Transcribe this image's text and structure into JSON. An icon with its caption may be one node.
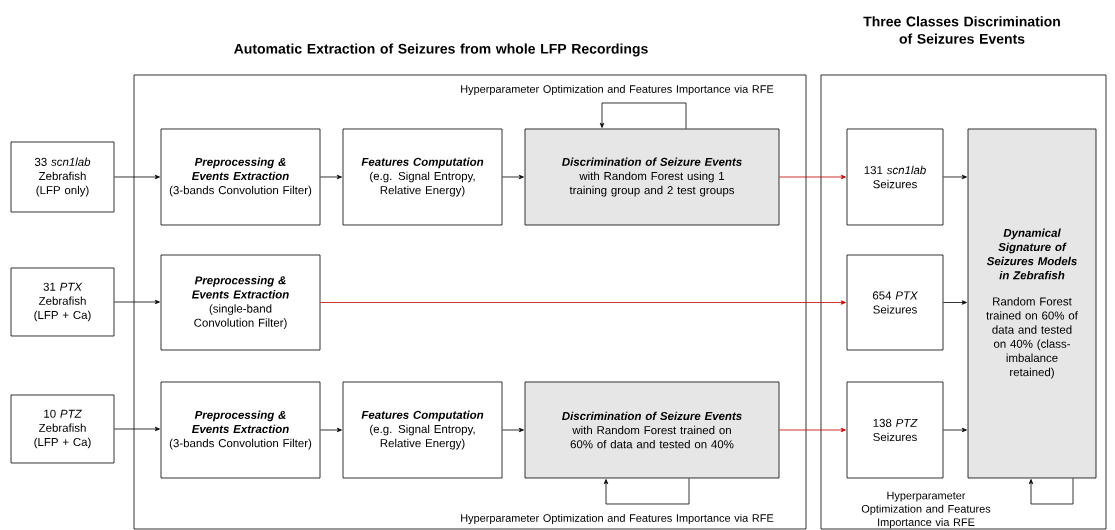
{
  "diagram": {
    "nodes": [
      {
        "text": [
          "Automatic Extraction of Seizures from whole LFP Recordings"
        ]
      },
      {
        "text": [
          "Three Classes Discrimination of Seizures Events"
        ]
      },
      {
        "text": [
          "33 *scn1lab* Zebrafish (LFP only)"
        ]
      },
      {
        "text": [
          "31 *PTX* Zebrafish (LFP + Ca)"
        ]
      },
      {
        "text": [
          "10 *PTZ* Zebrafish (LFP + Ca)"
        ]
      },
      {
        "text": [
          "Preprocessing & Events Extraction",
          "(3-bands Convolution Filter)"
        ],
        "in": 0
      },
      {
        "text": [
          "Features Computation",
          "(e.g. Signal Entropy, Relative Energy)"
        ],
        "in": 0
      },
      {
        "text": [
          "Discrimination of Seizure Events",
          "with Random Forest using 1 training group and 2 test groups"
        ],
        "in": 0
      },
      {
        "text": [
          "Preprocessing & Events Extraction",
          "(single-band Convolution Filter)"
        ],
        "in": 0
      },
      {
        "text": [
          "Preprocessing & Events Extraction",
          "(3-bands Convolution Filter)"
        ],
        "in": 0
      },
      {
        "text": [
          "Features Computation",
          "(e.g. Signal Entropy, Relative Energy)"
        ],
        "in": 0
      },
      {
        "text": [
          "Discrimination of Seizure Events",
          "with Random Forest trained on 60% of data and tested on 40%"
        ],
        "in": 0
      },
      {
        "text": [
          "131 *scn1lab* Seizures"
        ],
        "in": 1
      },
      {
        "text": [
          "654 *PTX* Seizures"
        ],
        "in": 1
      },
      {
        "text": [
          "138 *PTZ* Seizures"
        ],
        "in": 1
      },
      {
        "text": [
          "Dynamical Signature of Seizures Models in Zebrafish",
          "Random Forest trained on 60% of data and tested on 40% (class-imbalance retained)"
        ],
        "in": 1
      }
    ],
    "edges": [
      {
        "from": 2,
        "to": 5,
        "arrow": "to"
      },
      {
        "from": 5,
        "to": 6,
        "arrow": "to"
      },
      {
        "from": 6,
        "to": 7,
        "arrow": "to"
      },
      {
        "from": 7,
        "to": 7,
        "arrow": "to",
        "label": "Hyperparameter Optimization and Features Importance via RFE"
      },
      {
        "from": 7,
        "to": 12,
        "arrow": "to",
        "color": "#c00000"
      },
      {
        "from": 3,
        "to": 8,
        "arrow": "to"
      },
      {
        "from": 8,
        "to": 13,
        "arrow": "to",
        "color": "#c00000"
      },
      {
        "from": 4,
        "to": 9,
        "arrow": "to"
      },
      {
        "from": 9,
        "to": 10,
        "arrow": "to"
      },
      {
        "from": 10,
        "to": 11,
        "arrow": "to"
      },
      {
        "from": 11,
        "to": 11,
        "arrow": "to",
        "label": "Hyperparameter Optimization and Features Importance via RFE"
      },
      {
        "from": 11,
        "to": 14,
        "arrow": "to",
        "color": "#c00000"
      },
      {
        "from": 12,
        "to": 15,
        "arrow": "to"
      },
      {
        "from": 13,
        "to": 15,
        "arrow": "to"
      },
      {
        "from": 14,
        "to": 15,
        "arrow": "to"
      },
      {
        "from": 15,
        "to": 15,
        "arrow": "to",
        "label": "Hyperparameter Optimization and Features Importance via RFE"
      }
    ]
  }
}
